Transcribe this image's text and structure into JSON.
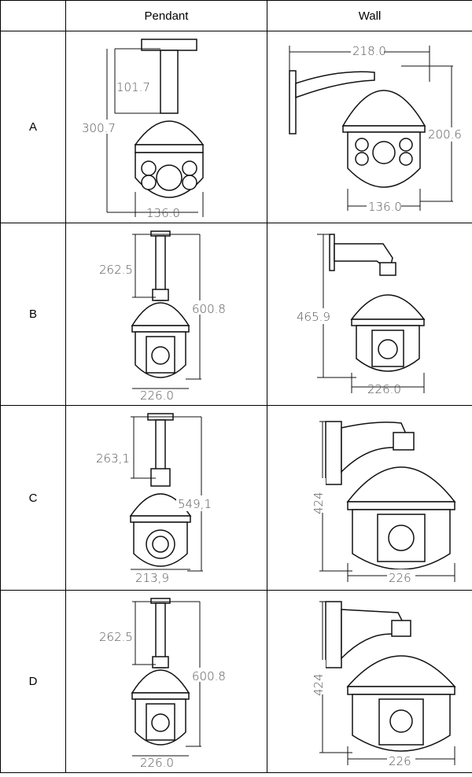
{
  "header": {
    "corner": "",
    "pendant": "Pendant",
    "wall": "Wall"
  },
  "rows": [
    {
      "label": "A",
      "pendant": {
        "d1": "101.7",
        "d2": "300.7",
        "d3": "136.0"
      },
      "wall": {
        "d1": "218.0",
        "d2": "200.6",
        "d3": "136.0"
      }
    },
    {
      "label": "B",
      "pendant": {
        "d1": "262.5",
        "d2": "600.8",
        "d3": "226.0"
      },
      "wall": {
        "d1": "465.9",
        "d2": "226.0"
      }
    },
    {
      "label": "C",
      "pendant": {
        "d1": "263,1",
        "d2": "549,1",
        "d3": "213,9"
      },
      "wall": {
        "d1": "424",
        "d2": "226"
      }
    },
    {
      "label": "D",
      "pendant": {
        "d1": "262.5",
        "d2": "600.8",
        "d3": "226.0"
      },
      "wall": {
        "d1": "424",
        "d2": "226"
      }
    }
  ]
}
